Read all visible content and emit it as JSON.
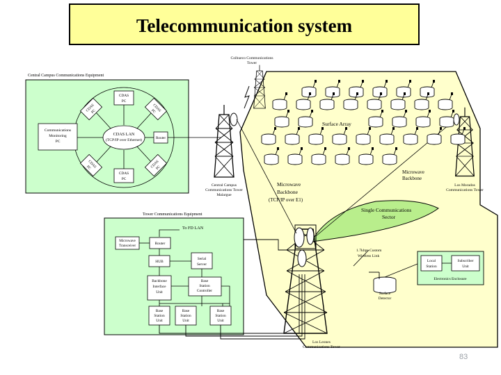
{
  "slide": {
    "title": "Telecommunication system",
    "page_number": "83"
  },
  "colors": {
    "title_bg": "#ffff99",
    "panel_green": "#ccffcc",
    "region_yellow": "#ffffcc",
    "sector_green": "#b9ee8c",
    "line": "#000000"
  },
  "central_campus": {
    "heading": "Central Campus Communications Equipment",
    "hub_line1": "CDAS LAN",
    "hub_line2": "(TCP/IP over Ethernet)",
    "monitoring_line1": "Communications",
    "monitoring_line2": "Monitoring",
    "monitoring_line3": "PC",
    "router": "Router",
    "cdas_pc_line1": "CDAS",
    "cdas_pc_line2": "PC"
  },
  "tower_equipment": {
    "heading": "Tower Communications Equipment",
    "to_fd_lan": "To FD LAN",
    "microwave_line1": "Microwave",
    "microwave_line2": "Transceiver",
    "router": "Router",
    "hub": "HUB",
    "serial_line1": "Serial",
    "serial_line2": "Server",
    "backbone_line1": "Backbone",
    "backbone_line2": "Interface",
    "backbone_line3": "Unit",
    "bsc_line1": "Base",
    "bsc_line2": "Station",
    "bsc_line3": "Controller",
    "bsu_line1": "Base",
    "bsu_line2": "Station",
    "bsu_line3": "Unit"
  },
  "towers": {
    "coihueco_line1": "Coihueco Communications",
    "coihueco_line2": "Tower",
    "central_line1": "Central Campus",
    "central_line2": "Communications Tower",
    "central_line3": "Malargue",
    "losmorados_line1": "Los Morados",
    "losmorados_line2": "Communications Tower",
    "losleones_line1": "Los Leones",
    "losleones_line2": "Communications Tower"
  },
  "array": {
    "surface_array": "Surface Array",
    "microwave_backbone_right_line1": "Microwave",
    "microwave_backbone_right_line2": "Backbone",
    "microwave_backbone_center_line1": "Microwave",
    "microwave_backbone_center_line2": "Backbone",
    "microwave_backbone_center_line3": "(TCP/IP over E1)",
    "sector_line1": "Single Communications",
    "sector_line2": "Sector",
    "wireless_line1": "1.7kbps Custom",
    "wireless_line2": "Wireless Link",
    "detector_line1": "Surface",
    "detector_line2": "Detector",
    "local_station_line1": "Local",
    "local_station_line2": "Station",
    "subscriber_line1": "Subscriber",
    "subscriber_line2": "Unit",
    "enclosure": "Electronics Enclosure"
  }
}
